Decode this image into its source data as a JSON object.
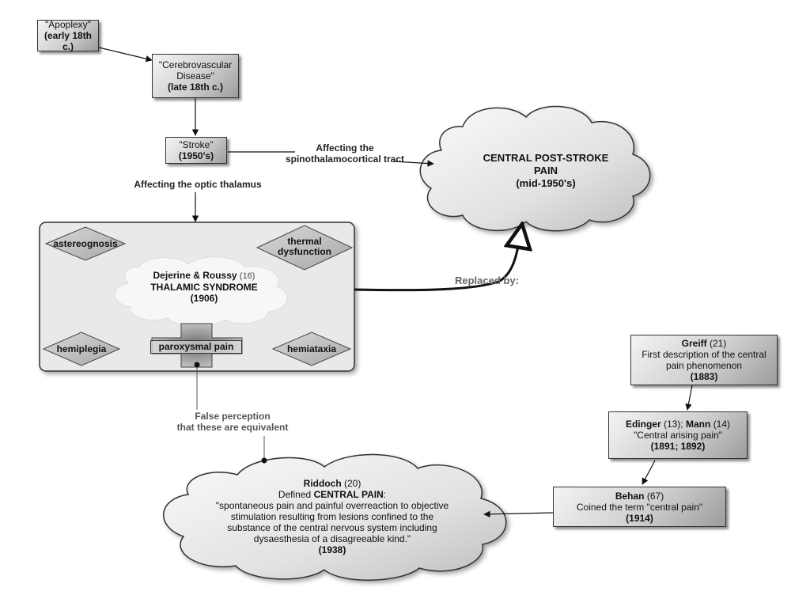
{
  "nodes": {
    "apoplexy": {
      "line1": "\"Apoplexy\"",
      "line2": "(early 18th c.)"
    },
    "cerebrovascular": {
      "line1": "\"Cerebrovascular",
      "line2": "Disease\"",
      "line3": "(late 18th c.)"
    },
    "stroke": {
      "line1": "\"Stroke\"",
      "line2": "(1950's)"
    },
    "cpsp": {
      "line1": "CENTRAL POST-STROKE",
      "line2": "PAIN",
      "line3": "(mid-1950's)"
    },
    "thalamic": {
      "authors": "Dejerine & Roussy",
      "ref": "(16)",
      "title": "THALAMIC SYNDROME",
      "year": "(1906)"
    },
    "astereognosis": "astereognosis",
    "thermal": {
      "line1": "thermal",
      "line2": "dysfunction"
    },
    "hemiplegia": "hemiplegia",
    "paroxysmal": "paroxysmal pain",
    "hemiataxia": "hemiataxia",
    "greiff": {
      "name": "Greiff",
      "ref": "(21)",
      "line2": "First description of the central",
      "line3": "pain phenomenon",
      "year": "(1883)"
    },
    "edinger": {
      "name1": "Edinger",
      "ref1": "(13);",
      "name2": "Mann",
      "ref2": "(14)",
      "line2": "\"Central arising pain\"",
      "year": "(1891; 1892)"
    },
    "behan": {
      "name": "Behan",
      "ref": "(67)",
      "line2": "Coined the term \"central pain\"",
      "year": "(1914)"
    },
    "riddoch": {
      "name": "Riddoch",
      "ref": "(20)",
      "defined_prefix": "Defined",
      "defined_term": "CENTRAL PAIN",
      "quote1": "\"spontaneous pain and painful overreaction to objective",
      "quote2": "stimulation resulting from lesions confined to the",
      "quote3": "substance of the central nervous system including",
      "quote4": "dysaesthesia of a disagreeable kind.\"",
      "year": "(1938)"
    }
  },
  "edge_labels": {
    "spino1": "Affecting the",
    "spino2": "spinothalamocortical tract",
    "optic": "Affecting the optic thalamus",
    "replaced": "Replaced by:",
    "false1": "False perception",
    "false2": "that these are equivalent"
  }
}
